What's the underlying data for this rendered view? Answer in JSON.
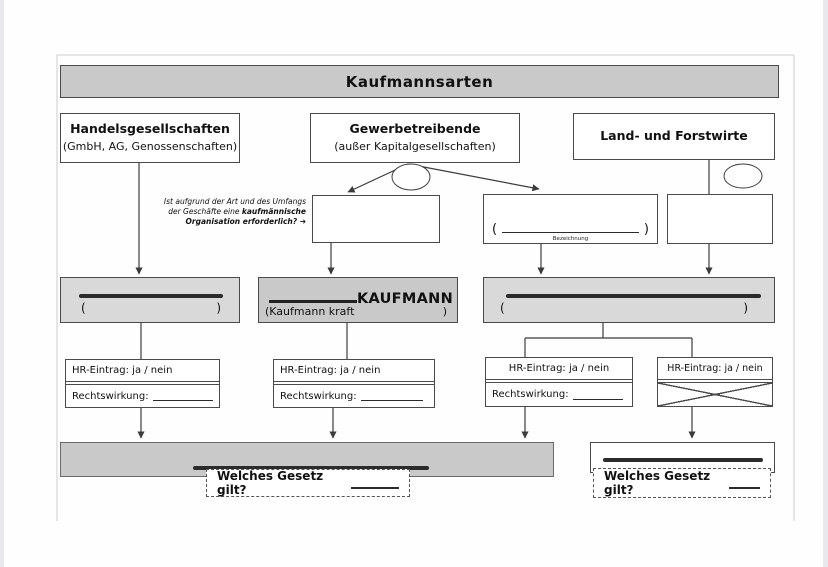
{
  "title_bar": {
    "label": "Kaufmannsarten"
  },
  "category_boxes": {
    "handels": {
      "title": "Handelsgesellschaften",
      "subtitle": "(GmbH, AG, Genossenschaften)"
    },
    "gewerbe": {
      "title": "Gewerbetreibende",
      "subtitle": "(außer Kapitalgesellschaften)"
    },
    "landforst": {
      "title": "Land- und Forstwirte"
    }
  },
  "question_note": {
    "line1": "Ist aufgrund der Art und des Umfangs",
    "line2_normal": "der Geschäfte eine",
    "line2_bold": "kaufmännische",
    "line3_bold": "Organisation erforderlich?",
    "arrow_icon": "➔"
  },
  "answer_box_right": {
    "open_paren": "(",
    "close_paren": ")",
    "caption": "Bezeichnung"
  },
  "kaufmann_row": {
    "left": {
      "open_paren": "(",
      "close_paren": ")"
    },
    "middle": {
      "title_suffix": "KAUFMANN",
      "line2_prefix": "(Kaufmann kraft",
      "close_paren": ")"
    },
    "right": {
      "open_paren": "(",
      "close_paren": ")"
    }
  },
  "hr_boxes": [
    {
      "entry": "HR-Eintrag: ja / nein",
      "effect": "Rechtswirkung:"
    },
    {
      "entry": "HR-Eintrag: ja / nein",
      "effect": "Rechtswirkung:"
    },
    {
      "entry": "HR-Eintrag: ja / nein",
      "effect": "Rechtswirkung:"
    },
    {
      "entry": "HR-Eintrag: ja / nein"
    }
  ],
  "law_boxes": {
    "left_question": "Welches Gesetz gilt?",
    "right_question": "Welches Gesetz gilt?"
  },
  "colors": {
    "box_border": "#4a4a4a",
    "gray_fill": "#d9d9d9",
    "dark_gray_fill": "#c9c9c9",
    "line_color": "#3c3c3c"
  }
}
